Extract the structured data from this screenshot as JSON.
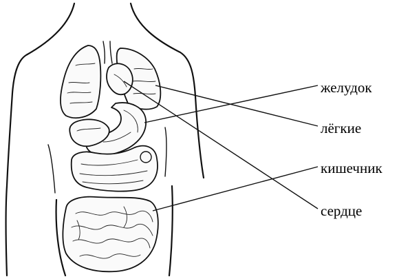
{
  "labels": [
    {
      "id": "stomach",
      "text": "желудок"
    },
    {
      "id": "lungs",
      "text": "лёгкие"
    },
    {
      "id": "intestine",
      "text": "кишечник"
    },
    {
      "id": "heart",
      "text": "сердце"
    }
  ]
}
